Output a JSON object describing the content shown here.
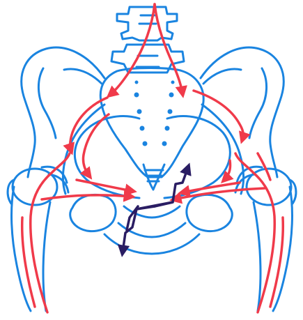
{
  "colors": {
    "bone_outline": "#1a84e0",
    "force_lines": "#f03a4a",
    "vector_arrows": "#2a1d63",
    "background": "#ffffff",
    "foramina_dots": "#1a84e0"
  },
  "icons": {
    "bone": "pelvis-sketch",
    "red": "force-arrow",
    "dark": "vector-arrow"
  }
}
